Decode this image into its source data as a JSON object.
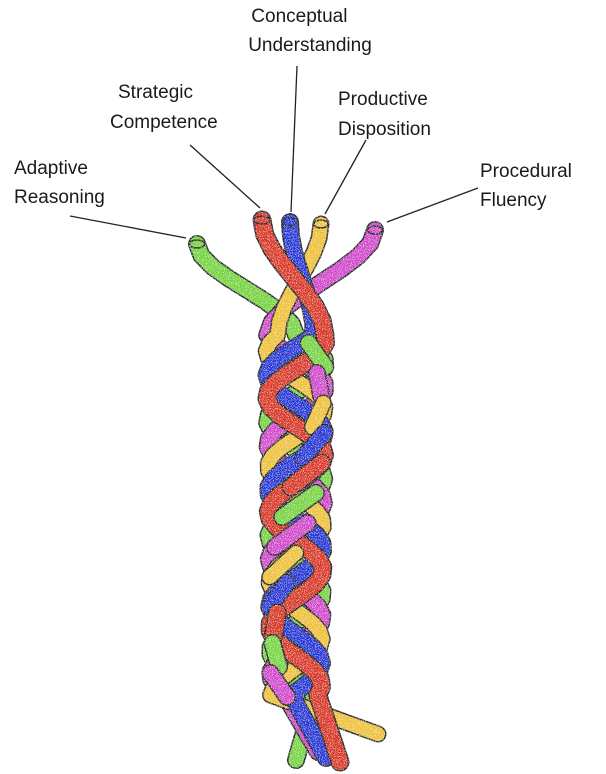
{
  "strands": [
    {
      "id": "conceptual",
      "lines": [
        "Conceptual",
        "Understanding"
      ],
      "color": "#d93a2a"
    },
    {
      "id": "strategic",
      "lines": [
        "Strategic",
        "Competence"
      ],
      "color": "#2a3bd6"
    },
    {
      "id": "productive",
      "lines": [
        "Productive",
        "Disposition"
      ],
      "color": "#eec23a"
    },
    {
      "id": "adaptive",
      "lines": [
        "Adaptive",
        "Reasoning"
      ],
      "color": "#79d442"
    },
    {
      "id": "procedural",
      "lines": [
        "Procedural",
        "Fluency"
      ],
      "color": "#d24ccc"
    }
  ]
}
